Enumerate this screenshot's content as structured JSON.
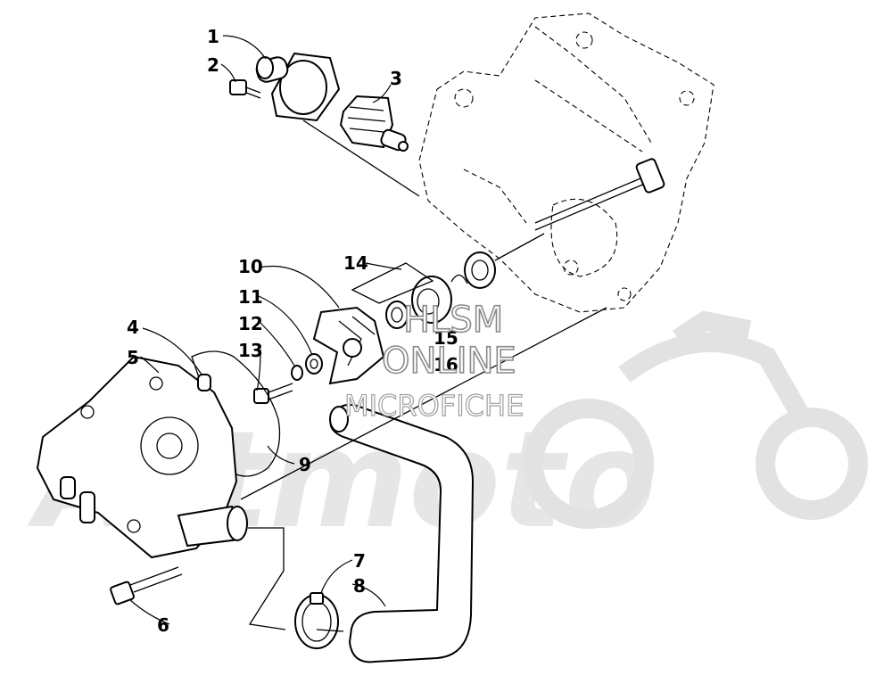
{
  "callouts": [
    {
      "id": "c1",
      "label": "1"
    },
    {
      "id": "c2",
      "label": "2"
    },
    {
      "id": "c3",
      "label": "3"
    },
    {
      "id": "c4",
      "label": "4"
    },
    {
      "id": "c5",
      "label": "5"
    },
    {
      "id": "c6",
      "label": "6"
    },
    {
      "id": "c7",
      "label": "7"
    },
    {
      "id": "c8",
      "label": "8"
    },
    {
      "id": "c9",
      "label": "9"
    },
    {
      "id": "c10",
      "label": "10"
    },
    {
      "id": "c11",
      "label": "11"
    },
    {
      "id": "c12",
      "label": "12"
    },
    {
      "id": "c13",
      "label": "13"
    },
    {
      "id": "c14",
      "label": "14"
    },
    {
      "id": "c15",
      "label": "15"
    },
    {
      "id": "c16",
      "label": "16"
    }
  ],
  "watermark": {
    "line1": "HLSM",
    "line2": "ONLINE",
    "line3": "MICROFICHE",
    "brand": "Artmoto",
    "icon": "motorcycle-icon"
  }
}
